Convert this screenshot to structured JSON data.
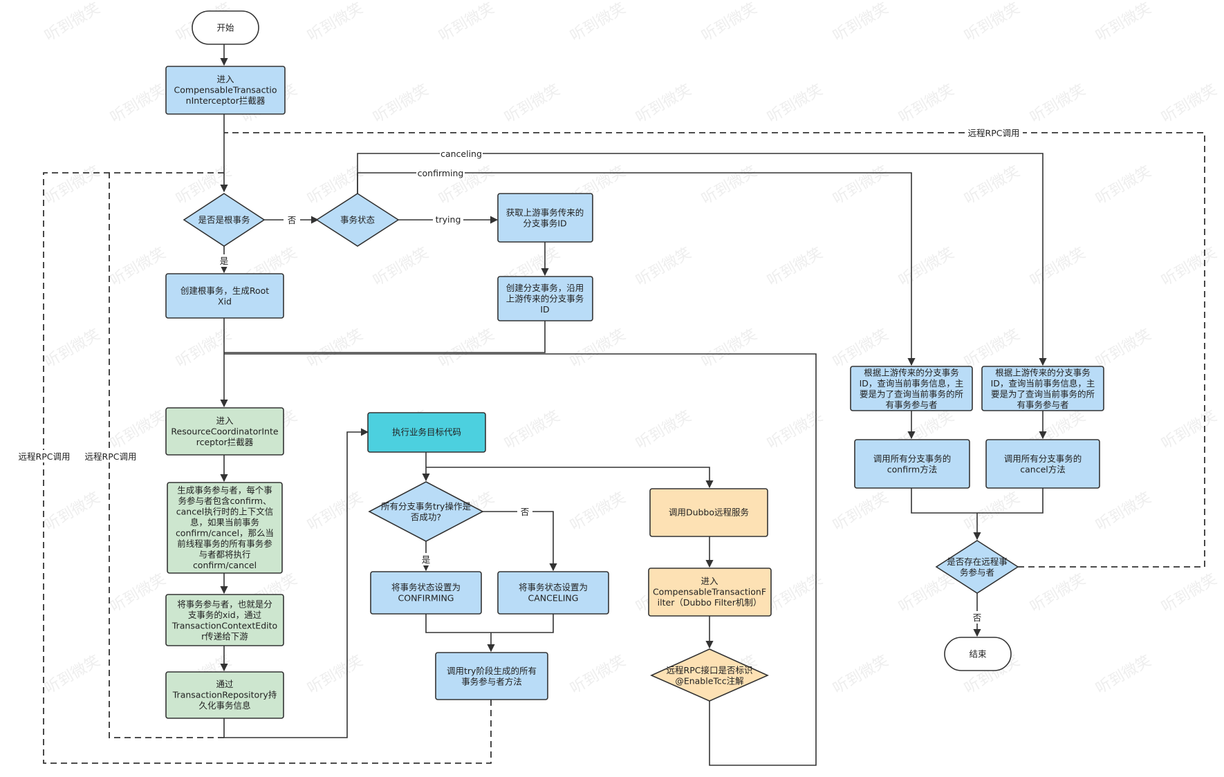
{
  "title": "",
  "watermark": "听到微笑",
  "colors": {
    "blue_fill": "#b9dcf7",
    "green_fill": "#cde6cf",
    "cyan_fill": "#4cd0df",
    "orange_fill": "#fde1b4",
    "terminal_fill": "#ffffff",
    "stroke": "#333333"
  },
  "nodes": {
    "start": "开始",
    "enter_interceptor": [
      "进入",
      "CompensableTransactio",
      "nInterceptor拦截器"
    ],
    "is_root": "是否是根事务",
    "tx_status": "事务状态",
    "get_branch_id": [
      "获取上游事务传来的",
      "分支事务ID"
    ],
    "create_root": [
      "创建根事务，生成Root",
      "Xid"
    ],
    "create_branch": [
      "创建分支事务，沿用",
      "上游传来的分支事务",
      "ID"
    ],
    "enter_resource": [
      "进入",
      "ResourceCoordinatorInte",
      "rceptor拦截器"
    ],
    "gen_participant": [
      "生成事务参与者，每个事",
      "务参与者包含confirm、",
      "cancel执行时的上下文信",
      "息，如果当前事务",
      "confirm/cancel，那么当",
      "前线程事务的所有事务参",
      "与者都将执行",
      "confirm/cancel"
    ],
    "pass_participant": [
      "将事务参与者，也就是分",
      "支事务的xid，通过",
      "TransactionContextEdito",
      "r传递给下游"
    ],
    "persist": [
      "通过",
      "TransactionRepository持",
      "久化事务信息"
    ],
    "exec_business": "执行业务目标代码",
    "all_try_success": [
      "所有分支事务try操作是",
      "否成功?"
    ],
    "set_confirming": [
      "将事务状态设置为",
      "CONFIRMING"
    ],
    "set_canceling": [
      "将事务状态设置为",
      "CANCELING"
    ],
    "call_participants": [
      "调用try阶段生成的所有",
      "事务参与者方法"
    ],
    "call_dubbo": "调用Dubbo远程服务",
    "enter_filter": [
      "进入",
      "CompensableTransactionF",
      "ilter（Dubbo Filter机制）"
    ],
    "is_enable_tcc": [
      "远程RPC接口是否标识",
      "@EnableTcc注解"
    ],
    "query_confirm": [
      "根据上游传来的分支事务",
      "ID，查询当前事务信息，主",
      "要是为了查询当前事务的所",
      "有事务参与者"
    ],
    "query_cancel": [
      "根据上游传来的分支事务",
      "ID，查询当前事务信息，主",
      "要是为了查询当前事务的所",
      "有事务参与者"
    ],
    "call_confirm": [
      "调用所有分支事务的",
      "confirm方法"
    ],
    "call_cancel": [
      "调用所有分支事务的",
      "cancel方法"
    ],
    "has_remote": [
      "是否存在远程事",
      "务参与者"
    ],
    "end": "结束"
  },
  "edge_labels": {
    "no_1": "否",
    "yes_1": "是",
    "trying": "trying",
    "confirming": "confirming",
    "canceling": "canceling",
    "remote_rpc_top": "远程RPC调用",
    "remote_rpc_left1": "远程RPC调用",
    "remote_rpc_left2": "远程RPC调用",
    "yes_2": "是",
    "no_2": "否",
    "no_3": "否"
  }
}
